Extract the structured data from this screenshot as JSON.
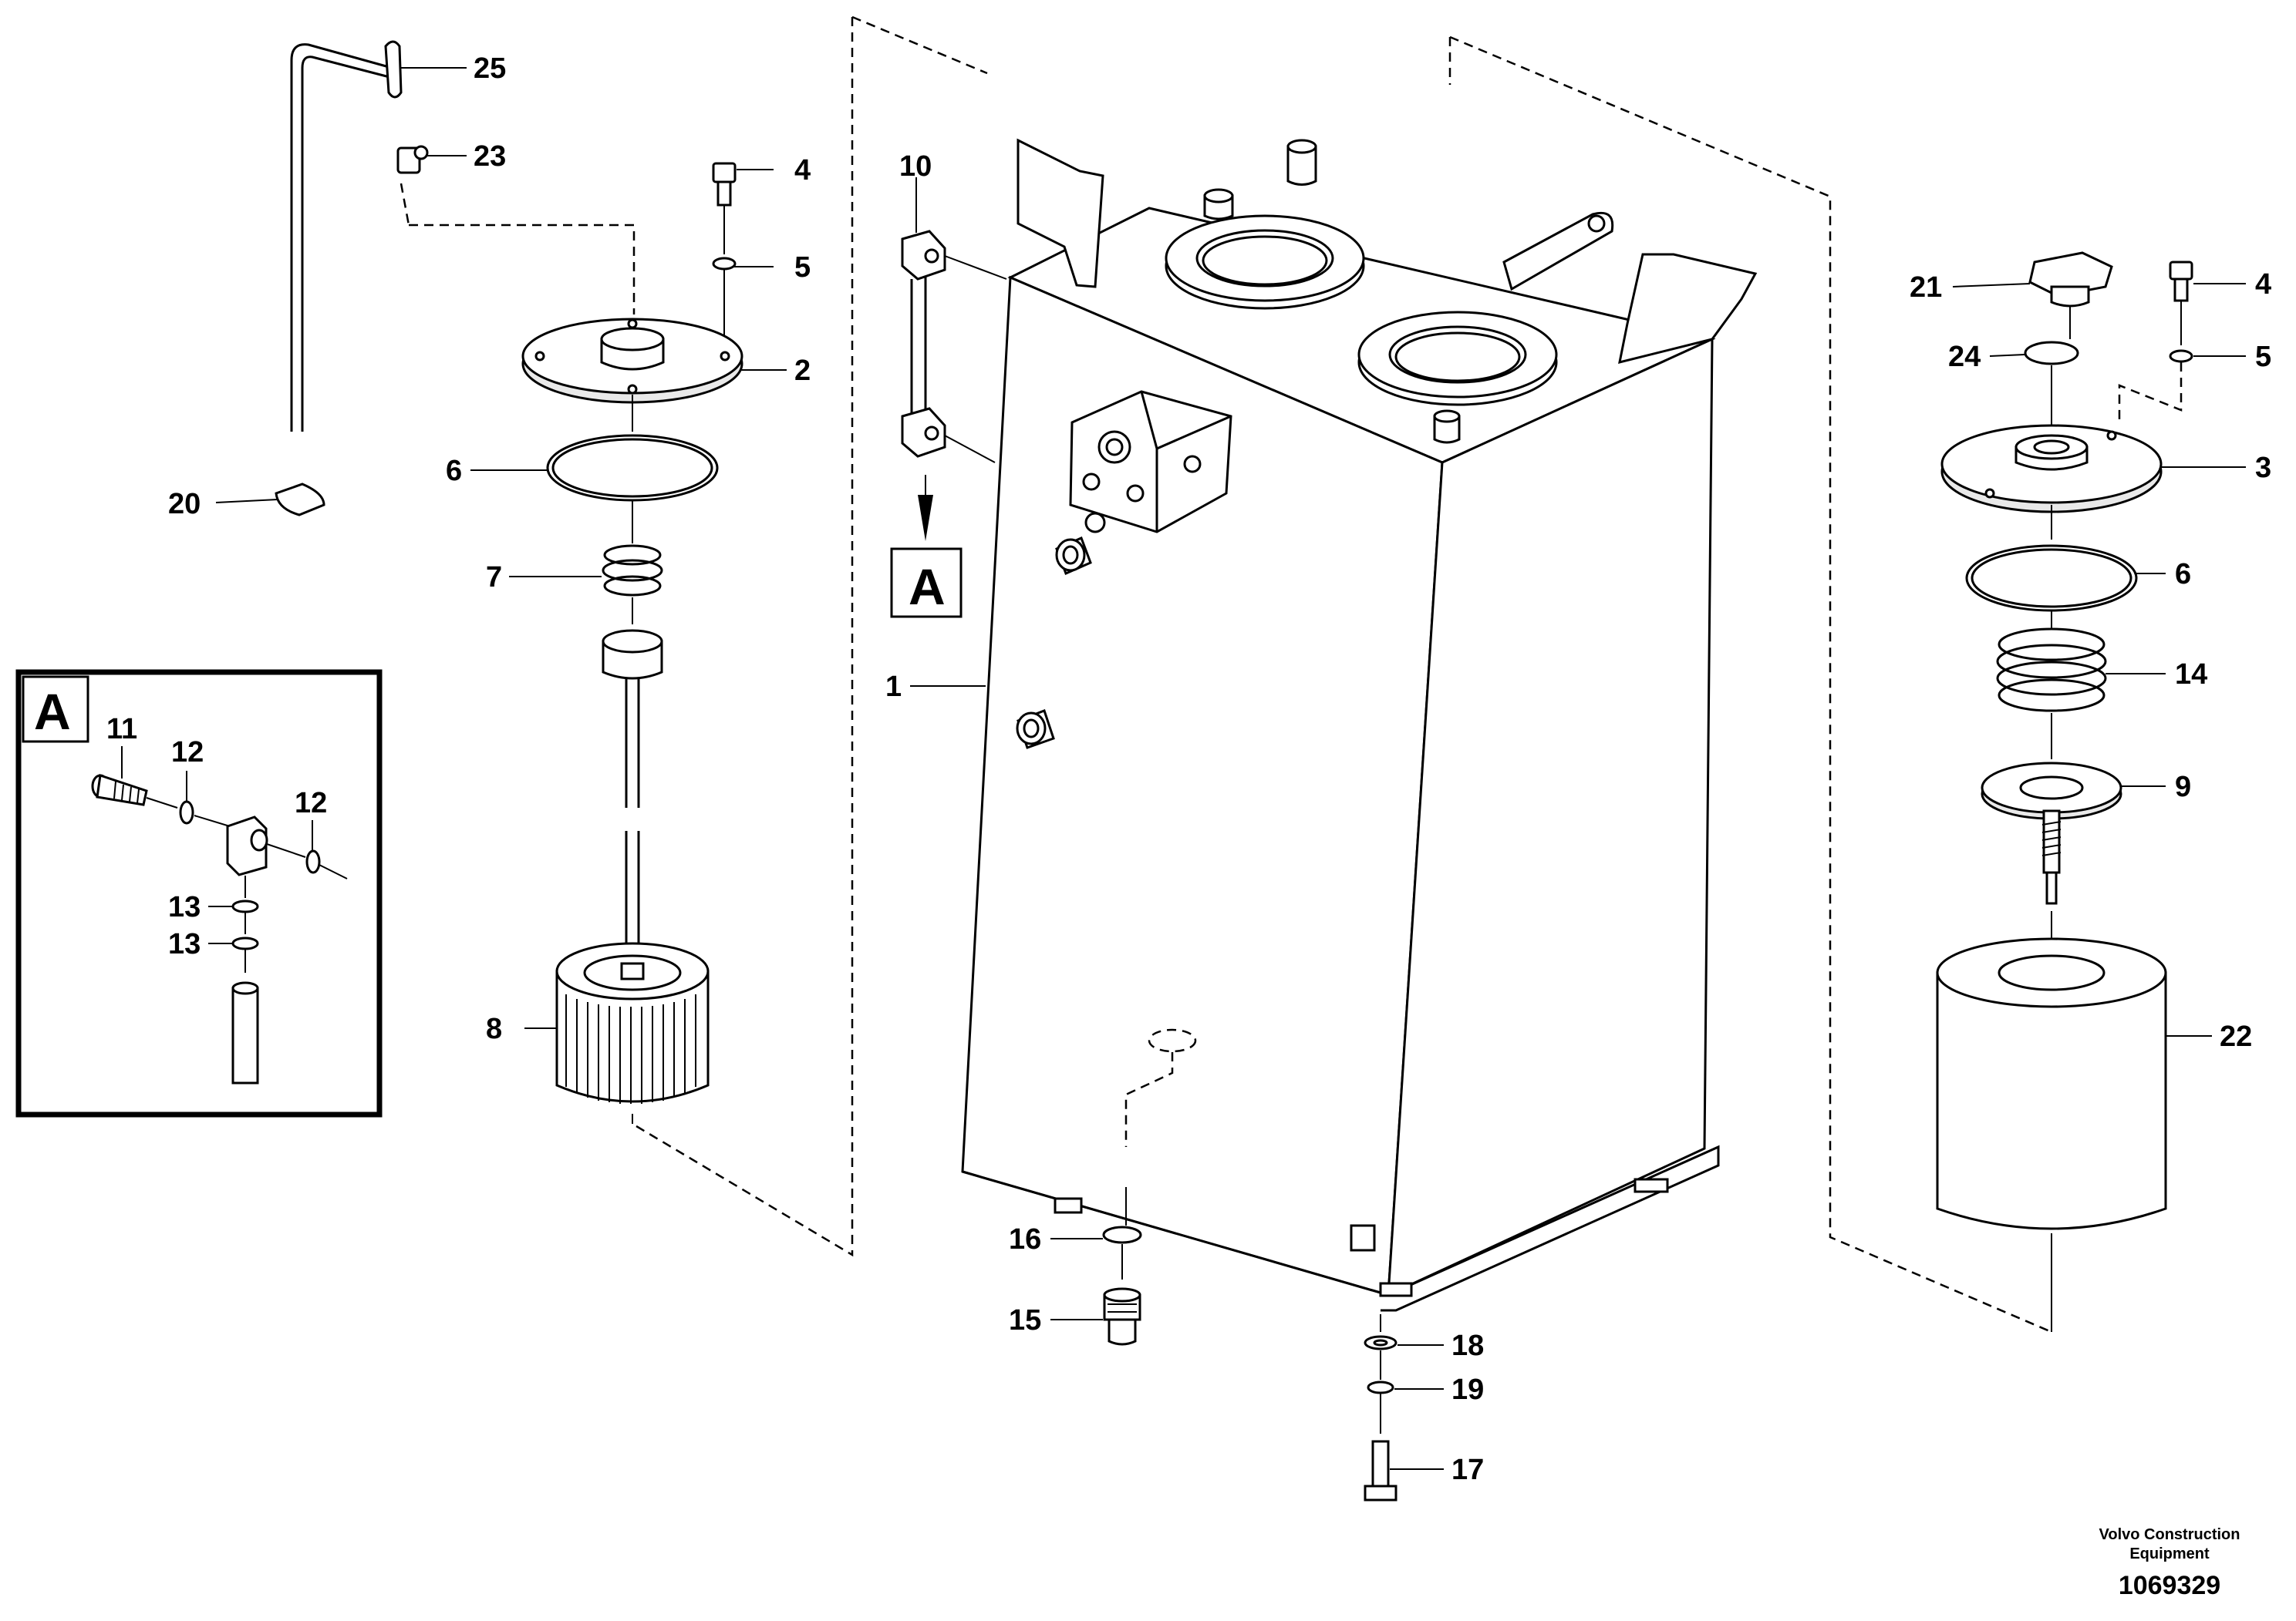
{
  "diagram": {
    "callouts": {
      "c1": "1",
      "c2": "2",
      "c3": "3",
      "c4a": "4",
      "c4b": "4",
      "c5a": "5",
      "c5b": "5",
      "c6a": "6",
      "c6b": "6",
      "c7": "7",
      "c8": "8",
      "c9": "9",
      "c10": "10",
      "c11": "11",
      "c12a": "12",
      "c12b": "12",
      "c13a": "13",
      "c13b": "13",
      "c14": "14",
      "c15": "15",
      "c16": "16",
      "c17": "17",
      "c18": "18",
      "c19": "19",
      "c20": "20",
      "c21": "21",
      "c22": "22",
      "c23": "23",
      "c24": "24",
      "c25": "25"
    },
    "detail_marker": "A",
    "inset_label": "A"
  },
  "footer": {
    "company_line1": "Volvo Construction",
    "company_line2": "Equipment",
    "drawing_number": "1069329"
  }
}
